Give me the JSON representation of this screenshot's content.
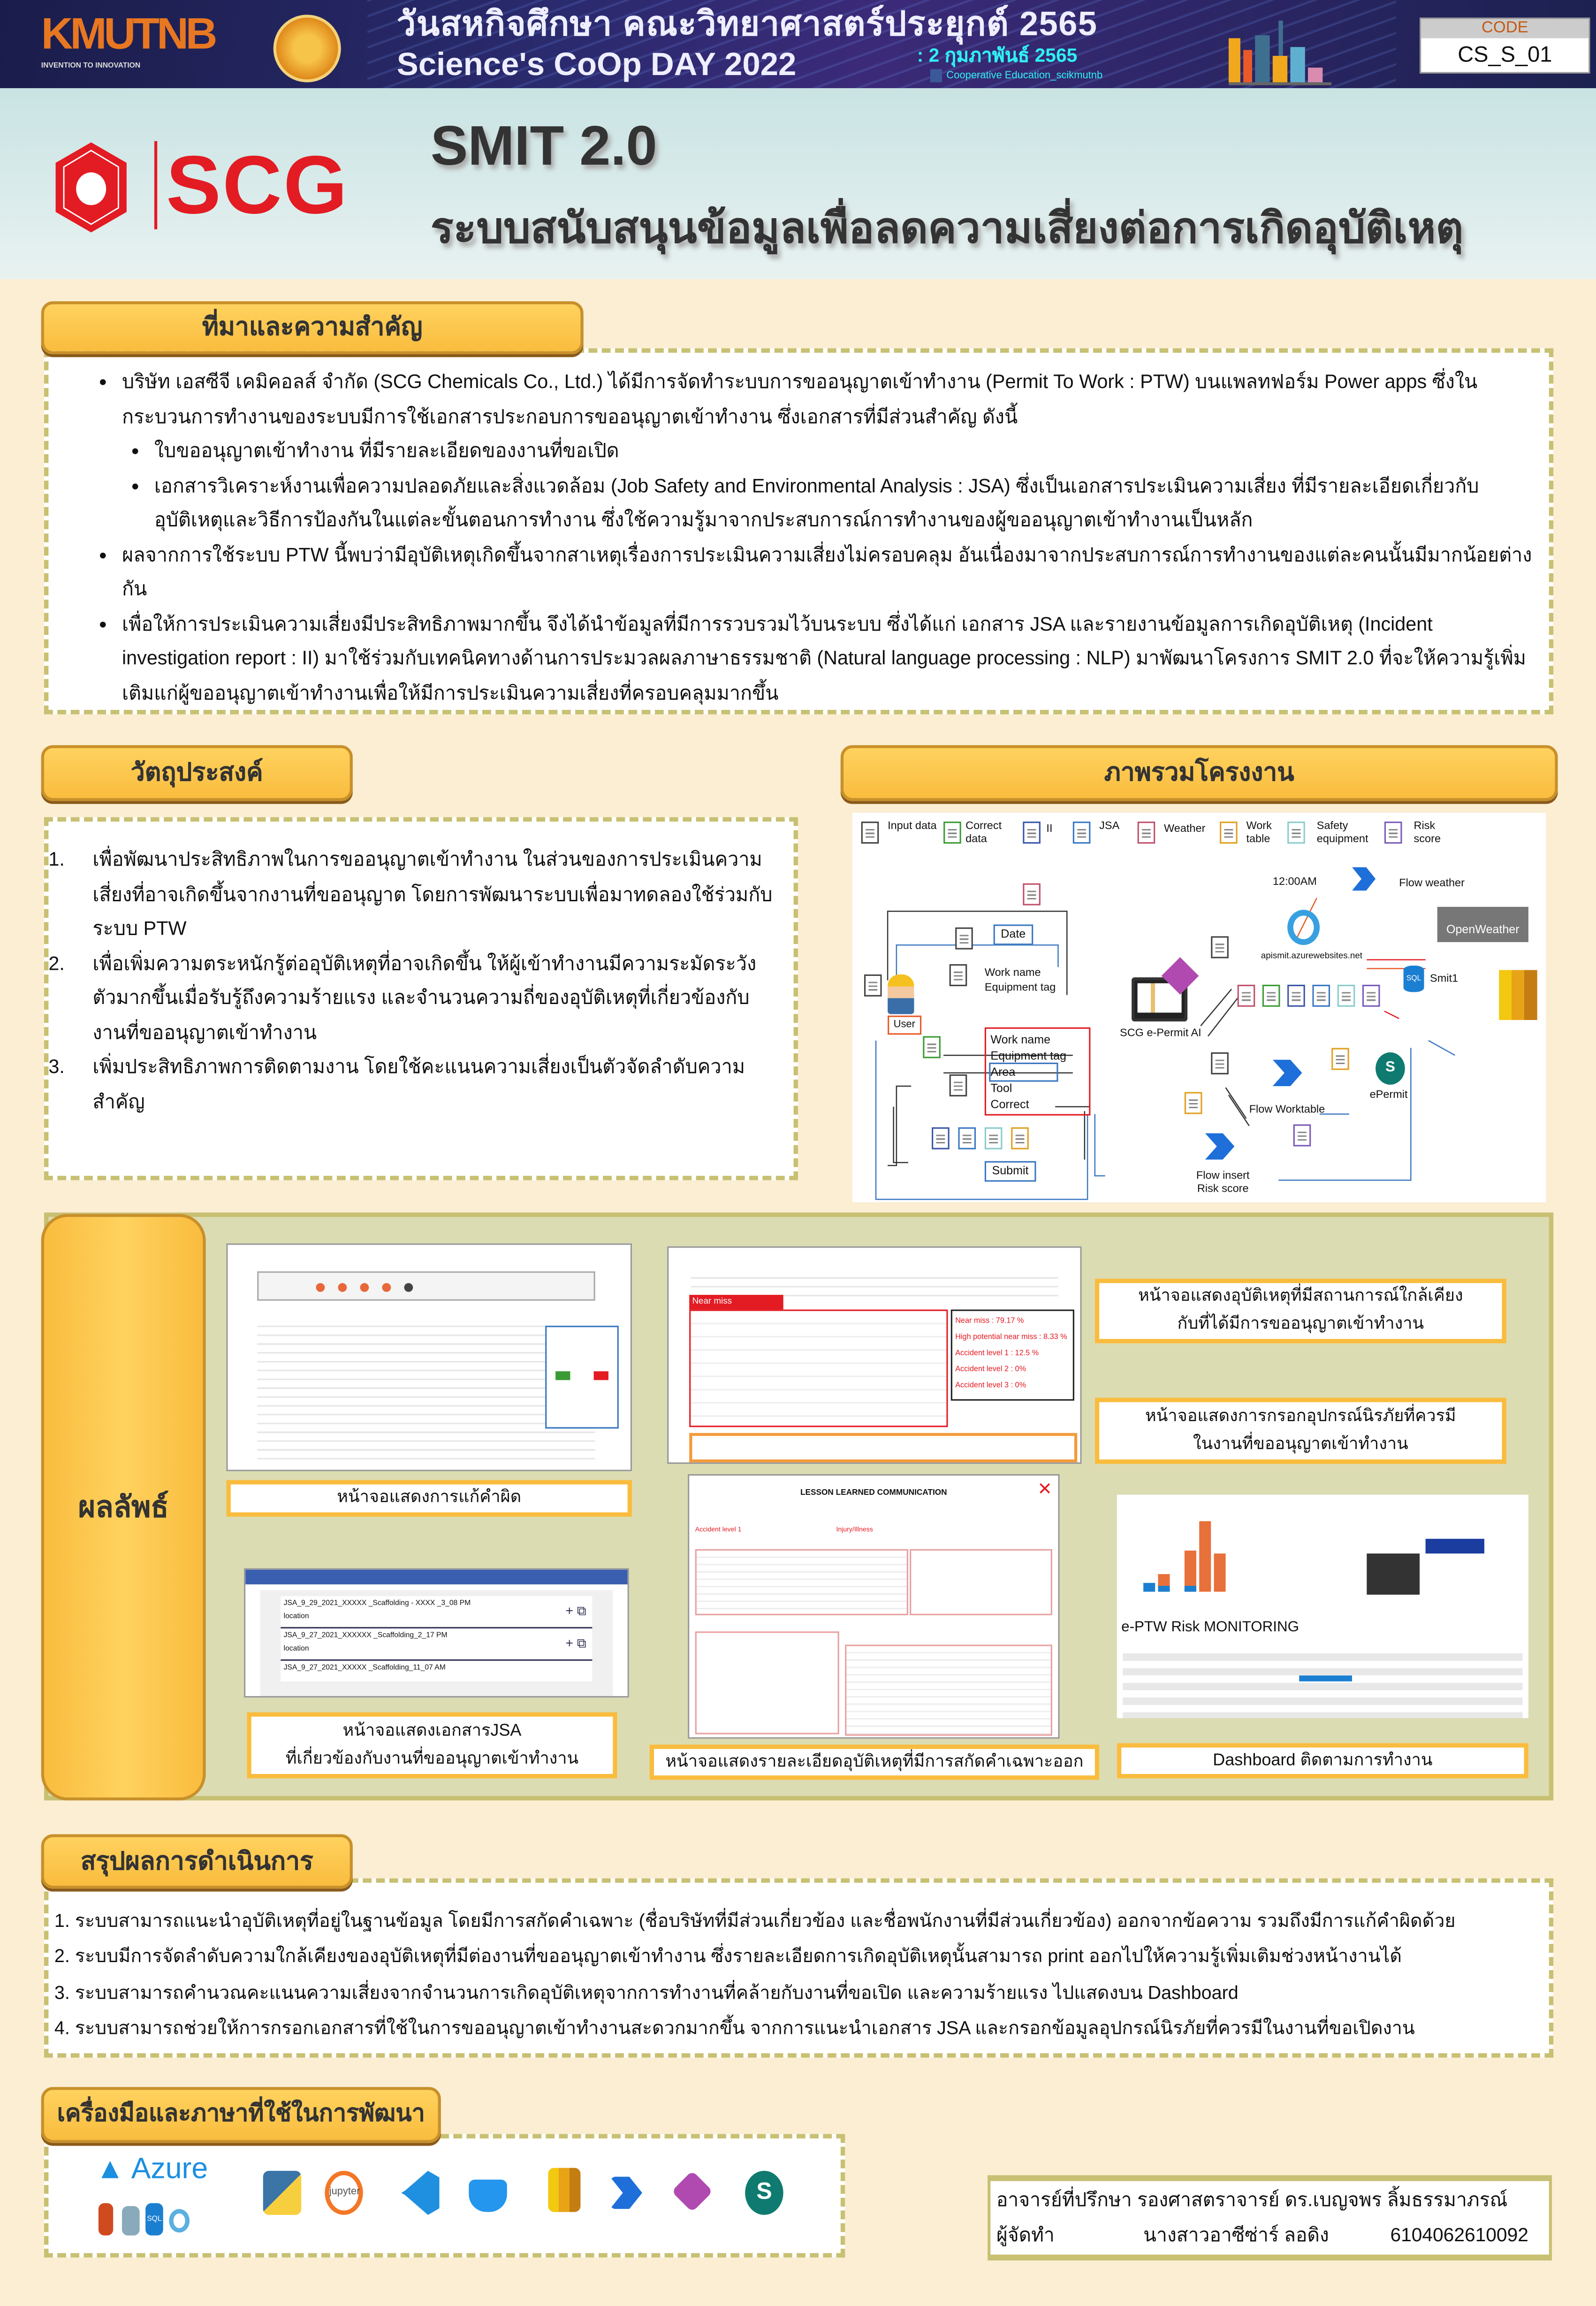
{
  "banner": {
    "logo_text": "KMUTNB",
    "logo_tagline": "INVENTION TO INNOVATION",
    "title_th": "วันสหกิจศึกษา คณะวิทยาศาสตร์ประยุกต์ 2565",
    "title_en": "Science's CoOp DAY 2022",
    "date": ": 2 กุมภาพันธ์ 2565",
    "facebook": "Cooperative Education_scikmutnb",
    "code_label": "CODE",
    "code_value": "CS_S_01"
  },
  "header": {
    "company_logo": "SCG",
    "title": "SMIT 2.0",
    "subtitle": "ระบบสนับสนุนข้อมูลเพื่อลดความเสี่ยงต่อการเกิดอุบัติเหตุ"
  },
  "background": {
    "heading": "ที่มาและความสำคัญ",
    "p1": "บริษัท เอสซีจี เคมิคอลส์ จำกัด (SCG Chemicals Co., Ltd.) ได้มีการจัดทำระบบการขออนุญาตเข้าทำงาน (Permit To Work : PTW) บนแพลทฟอร์ม Power apps ซึ่งในกระบวนการทำงานของระบบมีการใช้เอกสารประกอบการขออนุญาตเข้าทำงาน ซึ่งเอกสารที่มีส่วนสำคัญ ดังนี้",
    "sub1": "ใบขออนุญาตเข้าทำงาน ที่มีรายละเอียดของงานที่ขอเปิด",
    "sub2": "เอกสารวิเคราะห์งานเพื่อความปลอดภัยและสิ่งแวดล้อม (Job Safety and Environmental Analysis : JSA) ซึ่งเป็นเอกสารประเมินความเสี่ยง ที่มีรายละเอียดเกี่ยวกับอุบัติเหตุและวิธีการป้องกันในแต่ละขั้นตอนการทำงาน ซึ่งใช้ความรู้มาจากประสบการณ์การทำงานของผู้ขออนุญาตเข้าทำงานเป็นหลัก",
    "p2": "ผลจากการใช้ระบบ PTW นี้พบว่ามีอุบัติเหตุเกิดขึ้นจากสาเหตุเรื่องการประเมินความเสี่ยงไม่ครอบคลุม อันเนื่องมาจากประสบการณ์การทำงานของแต่ละคนนั้นมีมากน้อยต่างกัน",
    "p3": "เพื่อให้การประเมินความเสี่ยงมีประสิทธิภาพมากขึ้น จึงได้นำข้อมูลที่มีการรวบรวมไว้บนระบบ ซึ่งได้แก่ เอกสาร JSA และรายงานข้อมูลการเกิดอุบัติเหตุ (Incident investigation report : II) มาใช้ร่วมกับเทคนิคทางด้านการประมวลผลภาษาธรรมชาติ (Natural language processing : NLP) มาพัฒนาโครงการ SMIT 2.0 ที่จะให้ความรู้เพิ่มเติมแก่ผู้ขออนุญาตเข้าทำงานเพื่อให้มีการประเมินความเสี่ยงที่ครอบคลุมมากขึ้น"
  },
  "objectives": {
    "heading": "วัตถุประสงค์",
    "items": [
      {
        "n": "1.",
        "text": "เพื่อพัฒนาประสิทธิภาพในการขออนุญาตเข้าทำงาน ในส่วนของการประเมินความเสี่ยงที่อาจเกิดขึ้นจากงานที่ขออนุญาต โดยการพัฒนาระบบเพื่อมาทดลองใช้ร่วมกับระบบ PTW"
      },
      {
        "n": "2.",
        "text": "เพื่อเพิ่มความตระหนักรู้ต่ออุบัติเหตุที่อาจเกิดขึ้น ให้ผู้เข้าทำงานมีความระมัดระวังตัวมากขึ้นเมื่อรับรู้ถึงความร้ายแรง และจำนวนความถี่ของอุบัติเหตุที่เกี่ยวข้องกับงานที่ขออนุญาตเข้าทำงาน"
      },
      {
        "n": "3.",
        "text": "เพิ่มประสิทธิภาพการติดตามงาน โดยใช้คะแนนความเสี่ยงเป็นตัวจัดลำดับความสำคัญ"
      }
    ]
  },
  "overview": {
    "heading": "ภาพรวมโครงงาน",
    "legend": [
      "Input data",
      "Correct data",
      "II",
      "JSA",
      "Weather",
      "Work table",
      "Safety equipment",
      "Risk score"
    ],
    "labels": {
      "date": "Date",
      "work1": "Work name",
      "work2": "Equipment  tag",
      "user": "User",
      "app": "SCG e-Permit AI",
      "form": [
        "Work name",
        "Equipment tag",
        "Area",
        "Tool",
        "Correct"
      ],
      "submit": "Submit",
      "time": "12:00AM",
      "flow_weather": "Flow weather",
      "openweather": "OpenWeather",
      "api": "apismit.azurewebsites.net",
      "sql": "SQL",
      "smit1": "Smit1",
      "epermit": "ePermit",
      "flow_worktable": "Flow Worktable",
      "flow_insert1": "Flow insert",
      "flow_insert2": "Risk score"
    }
  },
  "results": {
    "heading": "ผลลัพธ์",
    "captions": [
      "หน้าจอแสดงการแก้คำผิด",
      "หน้าจอแสดงอุบัติเหตุที่มีสถานการณ์ใกล้เคียง",
      "กับที่ได้มีการขออนุญาตเข้าทำงาน",
      "หน้าจอแสดงการกรอกอุปกรณ์นิรภัยที่ควรมี",
      "ในงานที่ขออนุญาตเข้าทำงาน",
      "หน้าจอแสดงเอกสารJSA",
      "ที่เกี่ยวข้องกับงานที่ขออนุญาตเข้าทำงาน",
      "หน้าจอแสดงรายละเอียดอุบัติเหตุที่มีการสกัดคำเฉพาะออก",
      "Dashboard ติดตามการทำงาน"
    ],
    "screens": {
      "near_miss": "Near miss",
      "near_miss_pct": "Near miss : 79.17 %",
      "high_potential": "High potential near miss : 8.33 %",
      "acc1": "Accident level 1 : 12.5 %",
      "acc2": "Accident level 2 : 0%",
      "acc3": "Accident level 3 : 0%",
      "lesson": "LESSON LEARNED COMMUNICATION",
      "category": "Accident level 1",
      "type": "Injury/Illness",
      "jsa_rows": [
        "JSA_9_29_2021_XXXXX _Scaffolding - XXXX _3_08 PM",
        "JSA_9_27_2021_XXXXXX _Scaffolding_2_17 PM",
        "JSA_9_27_2021_XXXXX _Scaffolding_11_07 AM"
      ],
      "jsa_location": "location",
      "dashboard_title": "e-PTW Risk MONITORING"
    }
  },
  "summary": {
    "heading": "สรุปผลการดำเนินการ",
    "items": [
      "1. ระบบสามารถแนะนำอุบัติเหตุที่อยู่ในฐานข้อมูล โดยมีการสกัดคำเฉพาะ (ชื่อบริษัทที่มีส่วนเกี่ยวข้อง และชื่อพนักงานที่มีส่วนเกี่ยวข้อง) ออกจากข้อความ รวมถึงมีการแก้คำผิดด้วย",
      "2. ระบบมีการจัดลำดับความใกล้เคียงของอุบัติเหตุที่มีต่องานที่ขออนุญาตเข้าทำงาน ซึ่งรายละเอียดการเกิดอุบัติเหตุนั้นสามารถ print ออกไปให้ความรู้เพิ่มเติมช่วงหน้างานได้",
      "3. ระบบสามารถคำนวณคะแนนความเสี่ยงจากจำนวนการเกิดอุบัติเหตุจากการทำงานที่คล้ายกับงานที่ขอเปิด และความร้ายแรง ไปแสดงบน Dashboard",
      "4. ระบบสามารถช่วยให้การกรอกเอกสารที่ใช้ในการขออนุญาตเข้าทำงานสะดวกมากขึ้น จากการแนะนำเอกสาร JSA และกรอกข้อมูลอุปกรณ์นิรภัยที่ควรมีในงานที่ขอเปิดงาน"
    ]
  },
  "tools": {
    "heading": "เครื่องมือและภาษาที่ใช้ในการพัฒนา",
    "azure": "Azure",
    "sql": "SQL",
    "jupyter": "jupyter",
    "sharepoint": "S"
  },
  "credits": {
    "advisor": "อาจารย์ที่ปรึกษา รองศาสตราจารย์ ดร.เบญจพร ลิ้มธรรมาภรณ์",
    "author_label": "ผู้จัดทำ",
    "author_name": "นางสาวอาซีซ่าร์ ลอดิง",
    "student_id": "6104062610092"
  },
  "colors": {
    "accent": "#f9bc3e",
    "panel": "#dcdcb3",
    "border": "#c8c072",
    "scg_red": "#e31b23",
    "bg": "#fbeed3"
  }
}
